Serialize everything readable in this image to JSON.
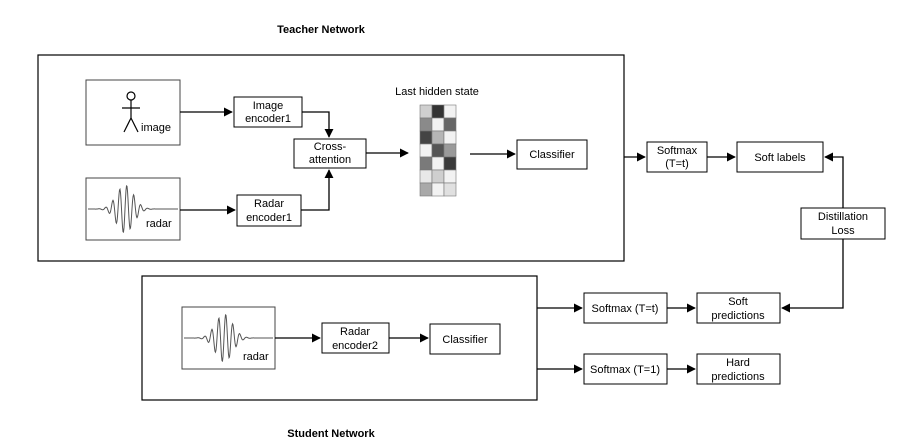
{
  "titles": {
    "teacher": "Teacher Network",
    "student": "Student Network"
  },
  "teacher": {
    "image_label": "image",
    "radar_label": "radar",
    "image_encoder": [
      "Image",
      "encoder1"
    ],
    "radar_encoder": [
      "Radar",
      "encoder1"
    ],
    "cross_attention": [
      "Cross-",
      "attention"
    ],
    "hidden_state_label": "Last hidden state",
    "classifier": "Classifier",
    "softmax": [
      "Softmax",
      "(T=t)"
    ],
    "soft_labels": "Soft labels"
  },
  "distillation": [
    "Distillation",
    "Loss"
  ],
  "student": {
    "radar_label": "radar",
    "radar_encoder": [
      "Radar",
      "encoder2"
    ],
    "classifier": "Classifier",
    "softmax_t": "Softmax (T=t)",
    "softmax_1": "Softmax (T=1)",
    "soft_predictions": [
      "Soft",
      "predictions"
    ],
    "hard_predictions": [
      "Hard",
      "predictions"
    ]
  },
  "icons": {
    "person": "stick-figure-icon",
    "waveform": "radar-waveform-icon"
  },
  "hidden_state_grid": [
    [
      "#cfcfcf",
      "#333333",
      "#f2f2f2"
    ],
    [
      "#8a8a8a",
      "#f2f2f2",
      "#666666"
    ],
    [
      "#444444",
      "#b5b5b5",
      "#f2f2f2"
    ],
    [
      "#f2f2f2",
      "#555555",
      "#9a9a9a"
    ],
    [
      "#7a7a7a",
      "#f2f2f2",
      "#3a3a3a"
    ],
    [
      "#e8e8e8",
      "#cfcfcf",
      "#f2f2f2"
    ],
    [
      "#a9a9a9",
      "#f2f2f2",
      "#e0e0e0"
    ]
  ]
}
